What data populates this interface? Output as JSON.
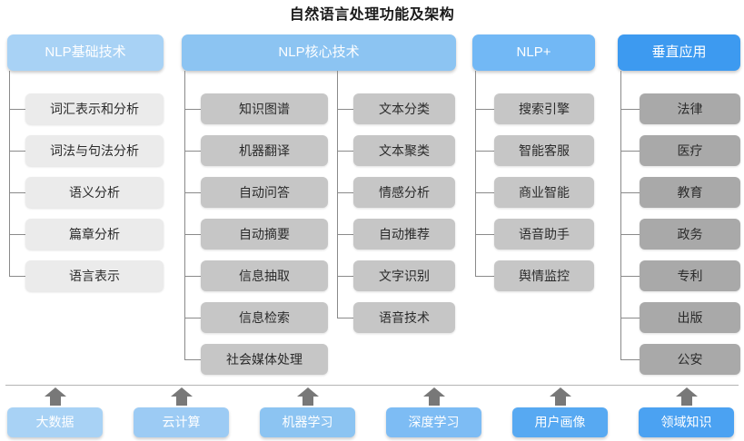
{
  "title": "自然语言处理功能及架构",
  "colors": {
    "header_col1": "#a8d2f5",
    "header_col2": "#8cc4f2",
    "header_col3": "#72b8f5",
    "header_col4": "#3d9af0",
    "node_light": "#ebebeb",
    "node_mid": "#c6c6c6",
    "node_dark": "#a9a9a9",
    "connector": "#8a8a8a",
    "arrow": "#787878",
    "separator": "#b4b4b4",
    "title_text": "#1a1a1a"
  },
  "columns": [
    {
      "id": "nlp-basic",
      "header": "NLP基础技术",
      "groups": [
        {
          "items": [
            "词汇表示和分析",
            "词法与句法分析",
            "语义分析",
            "篇章分析",
            "语言表示"
          ]
        }
      ]
    },
    {
      "id": "nlp-core",
      "header": "NLP核心技术",
      "groups": [
        {
          "items": [
            "知识图谱",
            "机器翻译",
            "自动问答",
            "自动摘要",
            "信息抽取",
            "信息检索",
            "社会媒体处理"
          ]
        },
        {
          "items": [
            "文本分类",
            "文本聚类",
            "情感分析",
            "自动推荐",
            "文字识别",
            "语音技术"
          ]
        }
      ]
    },
    {
      "id": "nlp-plus",
      "header": "NLP+",
      "groups": [
        {
          "items": [
            "搜索引擎",
            "智能客服",
            "商业智能",
            "语音助手",
            "舆情监控"
          ]
        }
      ]
    },
    {
      "id": "vertical-apps",
      "header": "垂直应用",
      "groups": [
        {
          "items": [
            "法律",
            "医疗",
            "教育",
            "政务",
            "专利",
            "出版",
            "公安"
          ]
        }
      ]
    }
  ],
  "foundation": {
    "items": [
      {
        "label": "大数据",
        "color": "#a8d2f5"
      },
      {
        "label": "云计算",
        "color": "#9ccbf4"
      },
      {
        "label": "机器学习",
        "color": "#8cc4f2"
      },
      {
        "label": "深度学习",
        "color": "#7dbcf4"
      },
      {
        "label": "用户画像",
        "color": "#57a9f2"
      },
      {
        "label": "领域知识",
        "color": "#4ba2f2"
      }
    ]
  },
  "watermark": ""
}
